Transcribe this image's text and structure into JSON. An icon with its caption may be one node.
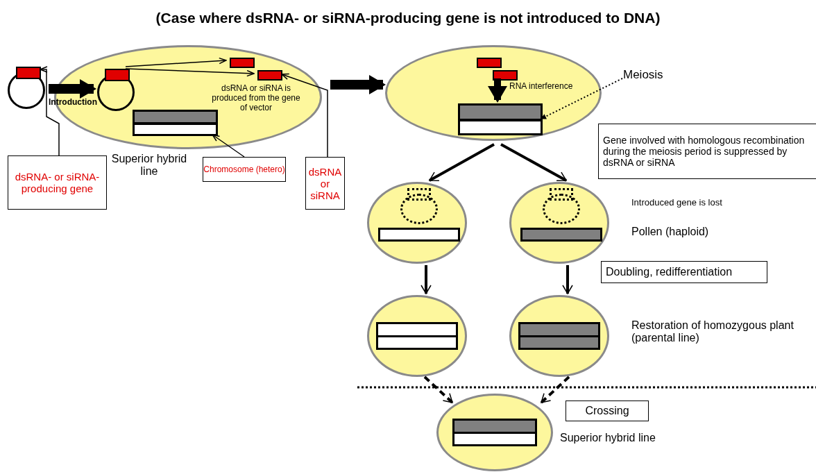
{
  "diagram": {
    "title": "(Case where dsRNA- or siRNA-producing gene is not introduced to DNA)",
    "nodes": [
      {
        "text": [],
        "shape": "circle"
      },
      {
        "text": [],
        "shape": "box",
        "in": 0
      },
      {
        "text": [
          "dsRNA or siRNA is produced from the gene of vector"
        ],
        "beside": [
          "Superior hybrid line"
        ]
      },
      {
        "text": [],
        "shape": "circle",
        "in": 2
      },
      {
        "text": [],
        "shape": "box",
        "in": 3
      },
      {
        "text": [],
        "shape": "box",
        "in": 2
      },
      {
        "text": [],
        "shape": "box",
        "in": 2
      },
      {
        "text": [],
        "shape": "bar",
        "in": 2
      },
      {
        "text": [
          "dsRNA- or siRNA-producing gene"
        ]
      },
      {
        "text": [
          "Chromosome (hetero)"
        ]
      },
      {
        "text": [
          "dsRNA or siRNA"
        ]
      },
      {
        "text": [],
        "shape": "ellipse"
      },
      {
        "text": [],
        "shape": "box",
        "in": 11
      },
      {
        "text": [],
        "shape": "box",
        "in": 11
      },
      {
        "text": [],
        "shape": "bar",
        "in": 11
      },
      {
        "text": [
          "Meiosis"
        ]
      },
      {
        "text": [
          "Gene involved with homologous recombination during the meiosis period is suppressed by dsRNA or siRNA"
        ]
      },
      {
        "text": [],
        "shape": "ellipse"
      },
      {
        "text": [],
        "shape": "ellipse",
        "beside": [
          "Introduced gene is lost",
          "Pollen (haploid)"
        ]
      },
      {
        "text": [
          "Doubling, redifferentiation"
        ]
      },
      {
        "text": [],
        "shape": "ellipse"
      },
      {
        "text": [],
        "shape": "ellipse",
        "beside": [
          "Restoration of homozygous plant (parental line)"
        ]
      },
      {
        "text": [
          "Crossing"
        ]
      },
      {
        "text": [],
        "shape": "ellipse",
        "beside": [
          "Superior hybrid line"
        ]
      }
    ],
    "edges": [
      {
        "from": 0,
        "to": 3,
        "arrow": "to",
        "label": "Introduction",
        "style": "thick"
      },
      {
        "from": 4,
        "to": 5,
        "arrow": "to"
      },
      {
        "from": 4,
        "to": 6,
        "arrow": "to"
      },
      {
        "from": 8,
        "to": 1,
        "arrow": "to"
      },
      {
        "from": 9,
        "to": 7,
        "arrow": "to"
      },
      {
        "from": 10,
        "to": 6,
        "arrow": "to"
      },
      {
        "from": 2,
        "to": 11,
        "arrow": "to",
        "style": "thick"
      },
      {
        "from": 13,
        "to": 14,
        "arrow": "to",
        "label": "RNA interference",
        "style": "thick"
      },
      {
        "from": 15,
        "to": 14,
        "arrow": "to",
        "style": "dashed"
      },
      {
        "from": 11,
        "to": 17,
        "arrow": "to"
      },
      {
        "from": 11,
        "to": 18,
        "arrow": "to"
      },
      {
        "from": 17,
        "to": 20,
        "arrow": "to"
      },
      {
        "from": 18,
        "to": 21,
        "arrow": "to"
      },
      {
        "from": 20,
        "to": 23,
        "arrow": "to",
        "style": "dashed"
      },
      {
        "from": 21,
        "to": 23,
        "arrow": "to",
        "style": "dashed"
      }
    ]
  }
}
